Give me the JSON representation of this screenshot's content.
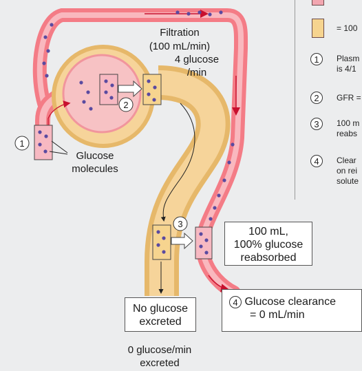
{
  "labels": {
    "filtration_title": "Filtration",
    "filtration_rate": "(100 mL/min)",
    "glucose_line1": "4 glucose",
    "glucose_line2": "/min",
    "glucose_molecules_1": "Glucose",
    "glucose_molecules_2": "molecules",
    "excreted_line1": "0 glucose/min",
    "excreted_line2": "excreted"
  },
  "callouts": {
    "reabsorbed": [
      "100 mL,",
      "100% glucose",
      "reabsorbed"
    ],
    "no_glucose": [
      "No glucose",
      "excreted"
    ],
    "clearance": [
      "Glucose clearance",
      "= 0 mL/min"
    ]
  },
  "steps": {
    "one": "1",
    "two": "2",
    "three": "3",
    "four": "4"
  },
  "legend": {
    "swatch_colors": {
      "plasma": "#f2a6b0",
      "filtrate": "#f6d48f"
    },
    "filtrate_text": "= 100",
    "items": [
      {
        "num": "1",
        "line1": "Plasm",
        "line2": "is 4/1"
      },
      {
        "num": "2",
        "line1": "GFR =",
        "line2": ""
      },
      {
        "num": "3",
        "line1": "100 m",
        "line2": "reabs"
      },
      {
        "num": "4",
        "line1": "Clear",
        "line2": "on rei",
        "line3": "solute"
      }
    ]
  },
  "colors": {
    "vessel": "#f47c86",
    "vessel_light": "#f8b4bb",
    "tubule": "#f1c983",
    "tubule_light": "#f8dfb0",
    "molecule": "#5a4aa0"
  }
}
